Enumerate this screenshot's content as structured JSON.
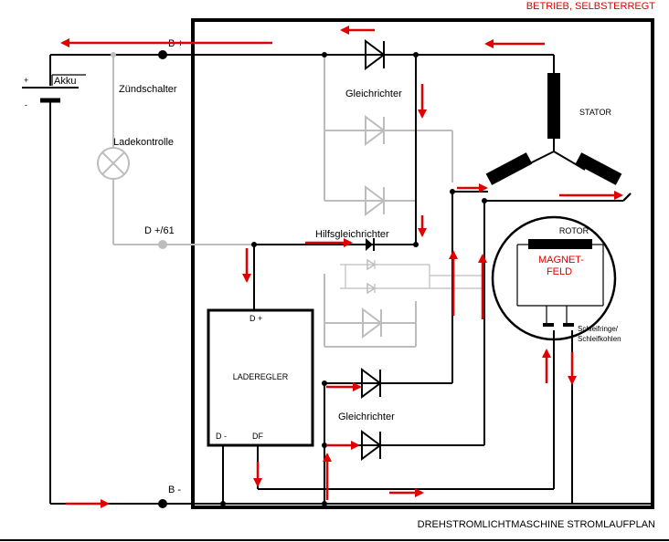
{
  "header": {
    "mode": "BETRIEB, SELBSTERREGT"
  },
  "footer": {
    "title": "DREHSTROMLICHTMASCHINE STROMLAUFPLAN"
  },
  "battery": {
    "name": "Akku",
    "plus": "+",
    "minus": "-"
  },
  "terminals": {
    "b_plus": "B +",
    "b_minus": "B -",
    "d_plus_61": "D +/61"
  },
  "labels": {
    "zuendschalter": "Zündschalter",
    "ladekontrolle": "Ladekontrolle",
    "gleichrichter_top": "Gleichrichter",
    "gleichrichter_bottom": "Gleichrichter",
    "hilfsgleichrichter": "Hilfsgleichrichter",
    "stator": "STATOR",
    "rotor": "ROTOR",
    "magnetfeld_1": "MAGNET-",
    "magnetfeld_2": "FELD",
    "schleifringe_1": "Schleifringe/",
    "schleifringe_2": "Schleifkohlen"
  },
  "regulator": {
    "name": "LADEREGLER",
    "d_plus": "D +",
    "d_minus": "D -",
    "df": "DF"
  },
  "colors": {
    "wire": "#000000",
    "inactive_wire": "#bdbdbd",
    "current_arrow": "#e00000"
  }
}
